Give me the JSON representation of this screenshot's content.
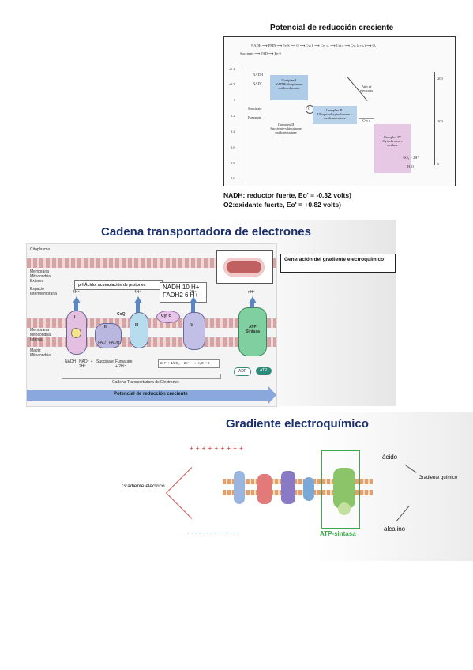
{
  "section1": {
    "title": "Potencial de reducción creciente",
    "figure": {
      "top_row1": "NADH ⟶ FMN ⟶ Fe-S ⟶ Q ⟶ Cyt b ⟶ Cyt c₁ ⟶ Cyt c ⟶ Cyt (a+a₃) ⟶ O₂",
      "top_row2": "Succinate ⟶ FAD ⟶ Fe-S",
      "y_ticks": [
        "-0.4",
        "-0.2",
        "0",
        "0.2",
        "0.4",
        "0.6",
        "0.8",
        "1.0"
      ],
      "right_ticks": [
        "200",
        "100",
        "0"
      ],
      "nadh_label": "NADH",
      "nad_label": "NAD⁺",
      "complex1": "Complex I\nNADH-ubiquinone\noxidoreductase",
      "succinate": "Succinate",
      "fumarate": "Fumarate",
      "complex2": "Complex II\nSuccinate-ubiquinone\noxidoreductase",
      "q_label": "Q",
      "path_label": "Path of\nelectrons",
      "complex3": "Complex III\nUbiquinol-cytochrome c\noxidoreductase",
      "cytc": "Cyt c",
      "complex4": "Complex IV\nCytochrome c\noxidase",
      "o2": "½O₂ + 2H⁺",
      "h2o": "H₂O"
    },
    "note1": "NADH: reductor fuerte, Eo' = -0.32 volts)",
    "note2": "O2:oxidante fuerte, Eo' = +0.82 volts)"
  },
  "section2": {
    "title": "Cadena transportadora de electrones",
    "side_box": "Generación del gradiente electroquímico",
    "figure": {
      "citoplasma": "Citoplasma",
      "membrana_ext": "Membrana Mitocondrial Externa",
      "espacio": "Espacio Intermembrana",
      "membrana_int": "Membrana Mitocondrial Interna",
      "matriz": "Matriz Mitocondrial",
      "ph_acido": "pH Ácido: acumulación de protones",
      "nadh_line": "NADH 10 H+",
      "fadh_line": "FADH2  6 H+",
      "h_i": "4H⁺",
      "h_iii": "4H⁺",
      "h_iv": "2H⁺",
      "h_atp": "nH⁺",
      "complex_i": "I",
      "complex_ii": "II",
      "complex_iii": "III",
      "complex_iv": "IV",
      "coq": "CoQ",
      "cytc": "Cyt c",
      "fad": "FAD",
      "fadh": "FADH₂",
      "atp_sintasa": "ATP Sintasa",
      "nadh": "NADH",
      "nad": "NAD⁺ + 2H⁺",
      "succinate": "Succinate",
      "fumarate": "Fumarate + 2H⁺",
      "water": "2H⁺ + 1/2O₂ + 2e⁻ ⟶ H₂O × 2",
      "adp": "ADP",
      "atp": "ATP",
      "cadena": "Cadena Transportadora de Electrones",
      "potencial": "Potencial de reducción creciente"
    }
  },
  "section3": {
    "title": "Gradiente electroquímico",
    "gradiente_electrico": "Gradiente eléctrico",
    "plus_row": "+ + + + + + + + +",
    "minus_row": "- - - - - - - - - - - - - -",
    "atp_sintasa": "ATP-sintasa",
    "acido": "ácido",
    "gradiente_quimico": "Gradiente químico",
    "alcalino": "alcalino"
  }
}
